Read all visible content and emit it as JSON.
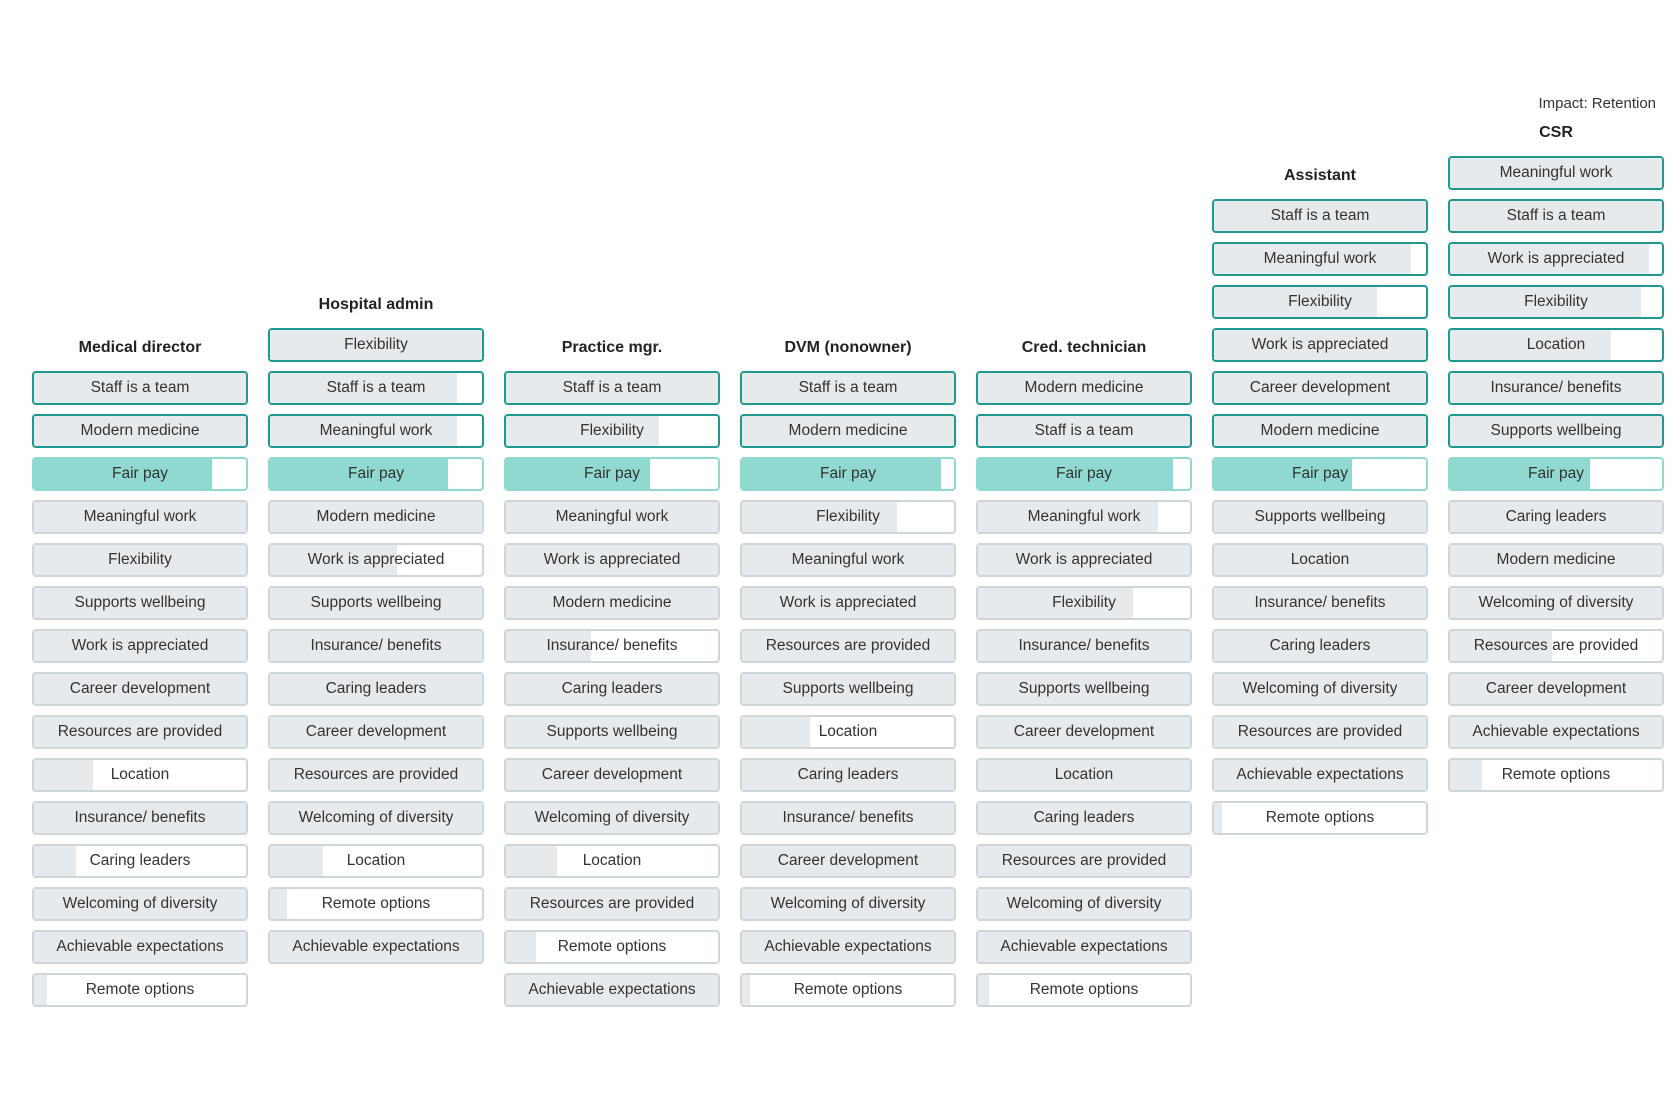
{
  "subtitle": "Impact: Retention",
  "chart_data": {
    "type": "table",
    "subtitle": "Impact: Retention",
    "highlight_colors": {
      "top_border": "#1f9990",
      "fair_pay_fill": "#8fd9d0",
      "bar_fill": "#e7eaed",
      "bar_border": "#cfd6da"
    },
    "columns": [
      {
        "name": "Medical director",
        "items": [
          {
            "label": "Staff is a team",
            "value": 1.0,
            "tier": "top"
          },
          {
            "label": "Modern medicine",
            "value": 1.0,
            "tier": "top"
          },
          {
            "label": "Fair pay",
            "value": 0.84,
            "tier": "pay"
          },
          {
            "label": "Meaningful work",
            "value": 1.0,
            "tier": "normal"
          },
          {
            "label": "Flexibility",
            "value": 1.0,
            "tier": "normal"
          },
          {
            "label": "Supports wellbeing",
            "value": 1.0,
            "tier": "normal"
          },
          {
            "label": "Work is appreciated",
            "value": 1.0,
            "tier": "normal"
          },
          {
            "label": "Career development",
            "value": 1.0,
            "tier": "normal"
          },
          {
            "label": "Resources are provided",
            "value": 1.0,
            "tier": "normal"
          },
          {
            "label": "Location",
            "value": 0.28,
            "tier": "normal"
          },
          {
            "label": "Insurance/ benefits",
            "value": 1.0,
            "tier": "normal"
          },
          {
            "label": "Caring leaders",
            "value": 0.2,
            "tier": "normal"
          },
          {
            "label": "Welcoming of diversity",
            "value": 1.0,
            "tier": "normal"
          },
          {
            "label": "Achievable expectations",
            "value": 1.0,
            "tier": "normal"
          },
          {
            "label": "Remote options",
            "value": 0.06,
            "tier": "normal"
          }
        ]
      },
      {
        "name": "Hospital admin",
        "items": [
          {
            "label": "Flexibility",
            "value": 1.0,
            "tier": "top"
          },
          {
            "label": "Staff is a team",
            "value": 0.88,
            "tier": "top"
          },
          {
            "label": "Meaningful work",
            "value": 0.88,
            "tier": "top"
          },
          {
            "label": "Fair pay",
            "value": 0.84,
            "tier": "pay"
          },
          {
            "label": "Modern medicine",
            "value": 1.0,
            "tier": "normal"
          },
          {
            "label": "Work is appreciated",
            "value": 0.6,
            "tier": "normal"
          },
          {
            "label": "Supports wellbeing",
            "value": 1.0,
            "tier": "normal"
          },
          {
            "label": "Insurance/ benefits",
            "value": 1.0,
            "tier": "normal"
          },
          {
            "label": "Caring leaders",
            "value": 1.0,
            "tier": "normal"
          },
          {
            "label": "Career development",
            "value": 1.0,
            "tier": "normal"
          },
          {
            "label": "Resources are provided",
            "value": 1.0,
            "tier": "normal"
          },
          {
            "label": "Welcoming of diversity",
            "value": 1.0,
            "tier": "normal"
          },
          {
            "label": "Location",
            "value": 0.25,
            "tier": "normal"
          },
          {
            "label": "Remote options",
            "value": 0.08,
            "tier": "normal"
          },
          {
            "label": "Achievable expectations",
            "value": 1.0,
            "tier": "normal"
          }
        ]
      },
      {
        "name": "Practice mgr.",
        "items": [
          {
            "label": "Staff is a team",
            "value": 1.0,
            "tier": "top"
          },
          {
            "label": "Flexibility",
            "value": 0.72,
            "tier": "top"
          },
          {
            "label": "Fair pay",
            "value": 0.68,
            "tier": "pay"
          },
          {
            "label": "Meaningful work",
            "value": 1.0,
            "tier": "normal"
          },
          {
            "label": "Work is appreciated",
            "value": 1.0,
            "tier": "normal"
          },
          {
            "label": "Modern medicine",
            "value": 1.0,
            "tier": "normal"
          },
          {
            "label": "Insurance/ benefits",
            "value": 0.4,
            "tier": "normal"
          },
          {
            "label": "Caring leaders",
            "value": 1.0,
            "tier": "normal"
          },
          {
            "label": "Supports wellbeing",
            "value": 1.0,
            "tier": "normal"
          },
          {
            "label": "Career development",
            "value": 1.0,
            "tier": "normal"
          },
          {
            "label": "Welcoming of diversity",
            "value": 1.0,
            "tier": "normal"
          },
          {
            "label": "Location",
            "value": 0.24,
            "tier": "normal"
          },
          {
            "label": "Resources are provided",
            "value": 1.0,
            "tier": "normal"
          },
          {
            "label": "Remote options",
            "value": 0.14,
            "tier": "normal"
          },
          {
            "label": "Achievable expectations",
            "value": 1.0,
            "tier": "normal"
          }
        ]
      },
      {
        "name": "DVM (nonowner)",
        "items": [
          {
            "label": "Staff is a team",
            "value": 1.0,
            "tier": "top"
          },
          {
            "label": "Modern medicine",
            "value": 1.0,
            "tier": "top"
          },
          {
            "label": "Fair pay",
            "value": 0.94,
            "tier": "pay"
          },
          {
            "label": "Flexibility",
            "value": 0.73,
            "tier": "normal"
          },
          {
            "label": "Meaningful work",
            "value": 1.0,
            "tier": "normal"
          },
          {
            "label": "Work is appreciated",
            "value": 1.0,
            "tier": "normal"
          },
          {
            "label": "Resources are provided",
            "value": 1.0,
            "tier": "normal"
          },
          {
            "label": "Supports wellbeing",
            "value": 1.0,
            "tier": "normal"
          },
          {
            "label": "Location",
            "value": 0.32,
            "tier": "normal"
          },
          {
            "label": "Caring leaders",
            "value": 1.0,
            "tier": "normal"
          },
          {
            "label": "Insurance/ benefits",
            "value": 1.0,
            "tier": "normal"
          },
          {
            "label": "Career development",
            "value": 1.0,
            "tier": "normal"
          },
          {
            "label": "Welcoming of diversity",
            "value": 1.0,
            "tier": "normal"
          },
          {
            "label": "Achievable expectations",
            "value": 1.0,
            "tier": "normal"
          },
          {
            "label": "Remote options",
            "value": 0.04,
            "tier": "normal"
          }
        ]
      },
      {
        "name": "Cred. technician",
        "items": [
          {
            "label": "Modern medicine",
            "value": 1.0,
            "tier": "top"
          },
          {
            "label": "Staff is a team",
            "value": 1.0,
            "tier": "top"
          },
          {
            "label": "Fair pay",
            "value": 0.92,
            "tier": "pay"
          },
          {
            "label": "Meaningful work",
            "value": 0.85,
            "tier": "normal"
          },
          {
            "label": "Work is appreciated",
            "value": 1.0,
            "tier": "normal"
          },
          {
            "label": "Flexibility",
            "value": 0.73,
            "tier": "normal"
          },
          {
            "label": "Insurance/ benefits",
            "value": 1.0,
            "tier": "normal"
          },
          {
            "label": "Supports wellbeing",
            "value": 1.0,
            "tier": "normal"
          },
          {
            "label": "Career development",
            "value": 1.0,
            "tier": "normal"
          },
          {
            "label": "Location",
            "value": 1.0,
            "tier": "normal"
          },
          {
            "label": "Caring leaders",
            "value": 1.0,
            "tier": "normal"
          },
          {
            "label": "Resources are provided",
            "value": 1.0,
            "tier": "normal"
          },
          {
            "label": "Welcoming of diversity",
            "value": 1.0,
            "tier": "normal"
          },
          {
            "label": "Achievable expectations",
            "value": 1.0,
            "tier": "normal"
          },
          {
            "label": "Remote options",
            "value": 0.05,
            "tier": "normal"
          }
        ]
      },
      {
        "name": "Assistant",
        "items": [
          {
            "label": "Staff is a team",
            "value": 1.0,
            "tier": "top"
          },
          {
            "label": "Meaningful work",
            "value": 0.93,
            "tier": "top"
          },
          {
            "label": "Flexibility",
            "value": 0.77,
            "tier": "top"
          },
          {
            "label": "Work is appreciated",
            "value": 1.0,
            "tier": "top"
          },
          {
            "label": "Career development",
            "value": 1.0,
            "tier": "top"
          },
          {
            "label": "Modern medicine",
            "value": 1.0,
            "tier": "top"
          },
          {
            "label": "Fair pay",
            "value": 0.65,
            "tier": "pay"
          },
          {
            "label": "Supports wellbeing",
            "value": 1.0,
            "tier": "normal"
          },
          {
            "label": "Location",
            "value": 1.0,
            "tier": "normal"
          },
          {
            "label": "Insurance/ benefits",
            "value": 1.0,
            "tier": "normal"
          },
          {
            "label": "Caring leaders",
            "value": 1.0,
            "tier": "normal"
          },
          {
            "label": "Welcoming of diversity",
            "value": 1.0,
            "tier": "normal"
          },
          {
            "label": "Resources are provided",
            "value": 1.0,
            "tier": "normal"
          },
          {
            "label": "Achievable expectations",
            "value": 1.0,
            "tier": "normal"
          },
          {
            "label": "Remote options",
            "value": 0.04,
            "tier": "normal"
          }
        ]
      },
      {
        "name": "CSR",
        "items": [
          {
            "label": "Meaningful work",
            "value": 1.0,
            "tier": "top"
          },
          {
            "label": "Staff is a team",
            "value": 1.0,
            "tier": "top"
          },
          {
            "label": "Work is appreciated",
            "value": 0.94,
            "tier": "top"
          },
          {
            "label": "Flexibility",
            "value": 0.9,
            "tier": "top"
          },
          {
            "label": "Location",
            "value": 0.76,
            "tier": "top"
          },
          {
            "label": "Insurance/ benefits",
            "value": 1.0,
            "tier": "top"
          },
          {
            "label": "Supports wellbeing",
            "value": 1.0,
            "tier": "top"
          },
          {
            "label": "Fair pay",
            "value": 0.66,
            "tier": "pay"
          },
          {
            "label": "Caring leaders",
            "value": 1.0,
            "tier": "normal"
          },
          {
            "label": "Modern medicine",
            "value": 1.0,
            "tier": "normal"
          },
          {
            "label": "Welcoming of diversity",
            "value": 1.0,
            "tier": "normal"
          },
          {
            "label": "Resources are provided",
            "value": 0.48,
            "tier": "normal"
          },
          {
            "label": "Career development",
            "value": 1.0,
            "tier": "normal"
          },
          {
            "label": "Achievable expectations",
            "value": 1.0,
            "tier": "normal"
          },
          {
            "label": "Remote options",
            "value": 0.15,
            "tier": "normal"
          }
        ]
      }
    ]
  }
}
